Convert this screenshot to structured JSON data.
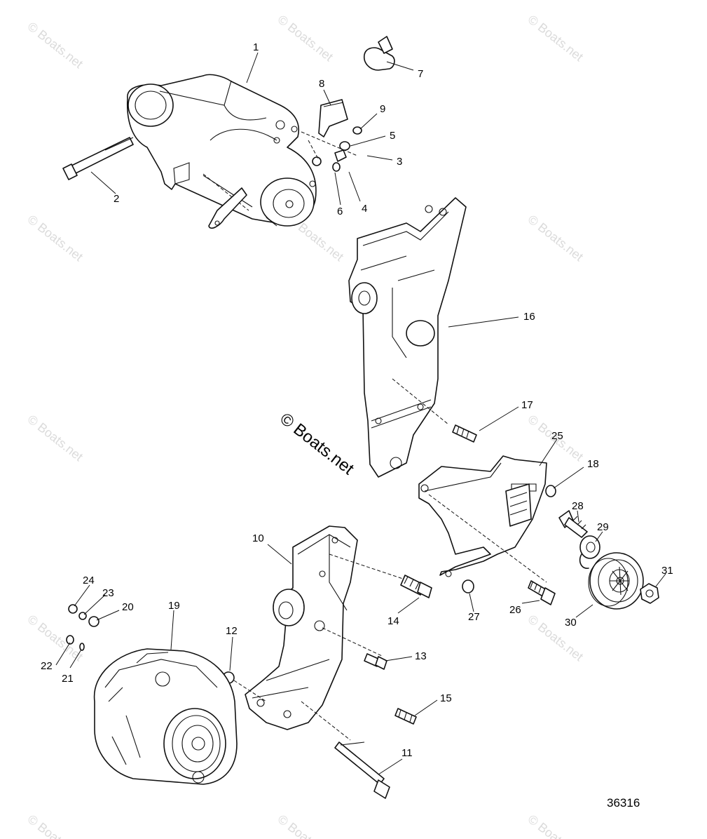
{
  "diagram": {
    "code": "36316",
    "watermark": "© Boats.net",
    "callouts": [
      {
        "id": "1",
        "label": "1"
      },
      {
        "id": "2",
        "label": "2"
      },
      {
        "id": "3",
        "label": "3"
      },
      {
        "id": "4",
        "label": "4"
      },
      {
        "id": "5",
        "label": "5"
      },
      {
        "id": "6",
        "label": "6"
      },
      {
        "id": "7",
        "label": "7"
      },
      {
        "id": "8",
        "label": "8"
      },
      {
        "id": "9",
        "label": "9"
      },
      {
        "id": "10",
        "label": "10"
      },
      {
        "id": "11",
        "label": "11"
      },
      {
        "id": "12",
        "label": "12"
      },
      {
        "id": "13",
        "label": "13"
      },
      {
        "id": "14",
        "label": "14"
      },
      {
        "id": "15",
        "label": "15"
      },
      {
        "id": "16",
        "label": "16"
      },
      {
        "id": "17",
        "label": "17"
      },
      {
        "id": "18",
        "label": "18"
      },
      {
        "id": "19",
        "label": "19"
      },
      {
        "id": "20",
        "label": "20"
      },
      {
        "id": "21",
        "label": "21"
      },
      {
        "id": "22",
        "label": "22"
      },
      {
        "id": "23",
        "label": "23"
      },
      {
        "id": "24",
        "label": "24"
      },
      {
        "id": "25",
        "label": "25"
      },
      {
        "id": "26",
        "label": "26"
      },
      {
        "id": "27",
        "label": "27"
      },
      {
        "id": "28",
        "label": "28"
      },
      {
        "id": "29",
        "label": "29"
      },
      {
        "id": "30",
        "label": "30"
      },
      {
        "id": "31",
        "label": "31"
      }
    ]
  }
}
